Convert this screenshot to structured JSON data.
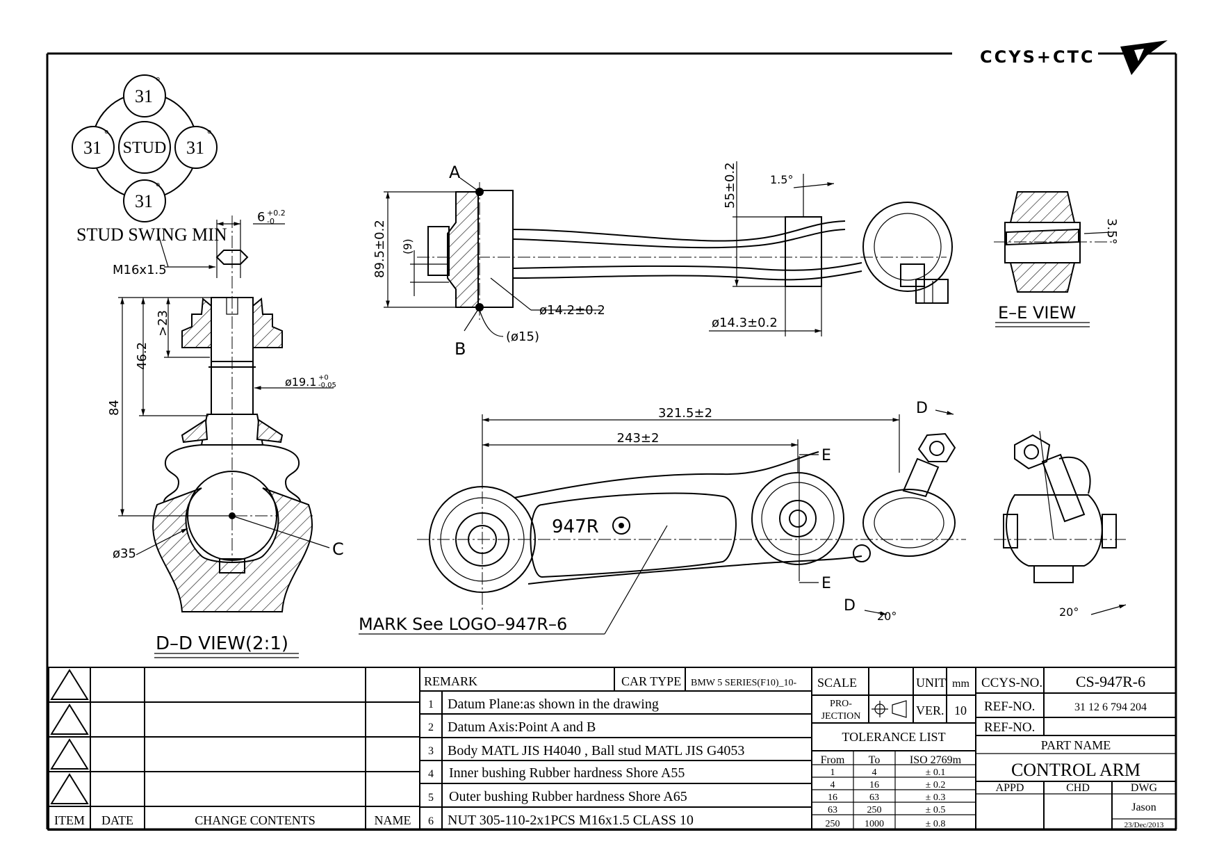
{
  "logo": {
    "text": "CCYS+CTC"
  },
  "stud_swing": {
    "angles": [
      "31",
      "31",
      "31",
      "31"
    ],
    "center_label": "STUD",
    "degree": "°",
    "caption": "STUD SWING MIN"
  },
  "dd_view": {
    "tol_6": "6",
    "tol_6_sup": "+0.2",
    "tol_6_sub": "-0",
    "thread": "M16x1.5",
    "d84": "84",
    "d46": "46.2",
    "d23": ">23",
    "dia19": "ø19.1",
    "dia19_sup": "+0",
    "dia19_sub": "-0.05",
    "dia35": "ø35",
    "point_c": "C",
    "caption": "D–D  VIEW(2:1)"
  },
  "side_view": {
    "point_a": "A",
    "point_b": "B",
    "d89": "89.5±0.2",
    "d9": "(9)",
    "dia142": "ø14.2±0.2",
    "dia15": "(ø15)",
    "d55": "55±0.2",
    "ang15": "1.5°",
    "dia143": "ø14.3±0.2"
  },
  "ee_view": {
    "angle": "3.5°",
    "caption": "E–E  VIEW"
  },
  "top_view": {
    "d321": "321.5±2",
    "d243": "243±2",
    "mark_e": "E",
    "mark_d": "D",
    "part_mark": "947R",
    "ang20": "20°",
    "mark_note": "MARK  See  LOGO–947R–6"
  },
  "iso_view": {
    "ang20": "20°"
  },
  "revision_block": {
    "headers": {
      "item": "ITEM",
      "date": "DATE",
      "change": "CHANGE CONTENTS",
      "name": "NAME"
    }
  },
  "remark_block": {
    "remark_label": "REMARK",
    "car_type_label": "CAR TYPE",
    "car_type_value": "BMW 5 SERIES(F10)_10-",
    "rows": [
      {
        "no": "1",
        "text": "Datum Plane:as shown in the drawing"
      },
      {
        "no": "2",
        "text": "Datum Axis:Point A and B"
      },
      {
        "no": "3",
        "text": "Body MATL JIS H4040 , Ball stud MATL JIS G4053"
      },
      {
        "no": "4",
        "text": "Inner bushing Rubber hardness Shore A55"
      },
      {
        "no": "5",
        "text": "Outer bushing Rubber hardness Shore A65"
      },
      {
        "no": "6",
        "text": "NUT 305-110-2x1PCS M16x1.5 CLASS 10"
      }
    ]
  },
  "tolerance_block": {
    "scale_label": "SCALE",
    "scale_value": "",
    "unit_label": "UNIT",
    "unit_value": "mm",
    "projection_label_1": "PRO-",
    "projection_label_2": "JECTION",
    "ver_label": "VER.",
    "ver_value": "10",
    "title": "TOLERANCE LIST",
    "headers": {
      "from": "From",
      "to": "To",
      "iso": "ISO 2769m"
    },
    "rows": [
      {
        "from": "1",
        "to": "4",
        "tol": "± 0.1"
      },
      {
        "from": "4",
        "to": "16",
        "tol": "± 0.2"
      },
      {
        "from": "16",
        "to": "63",
        "tol": "± 0.3"
      },
      {
        "from": "63",
        "to": "250",
        "tol": "± 0.5"
      },
      {
        "from": "250",
        "to": "1000",
        "tol": "± 0.8"
      }
    ]
  },
  "title_block": {
    "ccys_no_label": "CCYS-NO.",
    "ccys_no_value": "CS-947R-6",
    "ref_no_label": "REF-NO.",
    "ref_no_value": "31 12 6 794 204",
    "ref_no2_label": "REF-NO.",
    "ref_no2_value": "",
    "part_name_label": "PART NAME",
    "part_name_value": "CONTROL ARM",
    "appd_label": "APPD",
    "chd_label": "CHD",
    "dwg_label": "DWG",
    "dwg_name": "Jason",
    "dwg_date": "23/Dec/2013"
  }
}
